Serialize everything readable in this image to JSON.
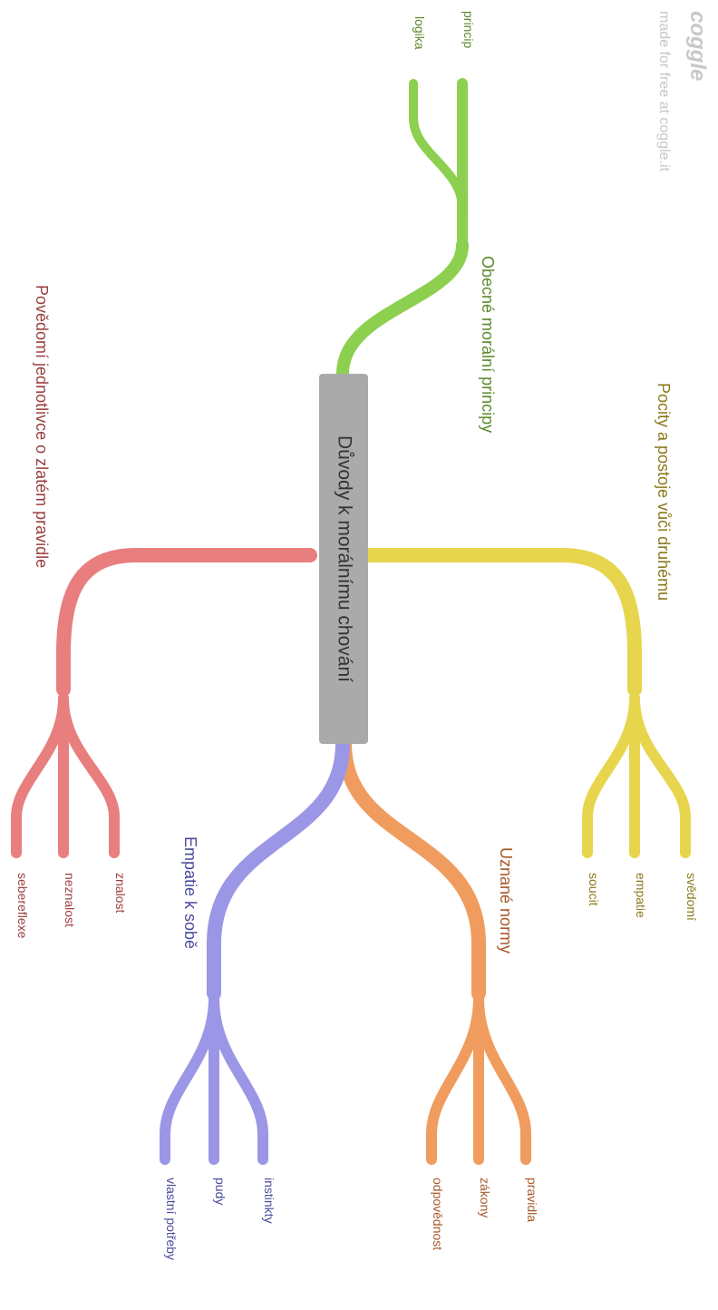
{
  "watermark": {
    "logo": "coggle",
    "tagline": "made for free at coggle.it"
  },
  "root": {
    "label": "Důvody k morálnímu chování",
    "fill": "#aaaaaa"
  },
  "branches": {
    "green": {
      "color": "#8dcf4f",
      "text_color": "#5a8a2a",
      "label": "Obecné morální principy",
      "children": [
        "princip",
        "logika"
      ]
    },
    "yellow": {
      "color": "#e7d54d",
      "text_color": "#8a7a1a",
      "label": "Pocity a postoje vůči druhému",
      "children": [
        "svědomí",
        "empatie",
        "soucit"
      ]
    },
    "orange": {
      "color": "#ef9c5e",
      "text_color": "#a8582a",
      "label": "Uznané normy",
      "children": [
        "pravidla",
        "zákony",
        "odpovědnost"
      ]
    },
    "purple": {
      "color": "#9c96e6",
      "text_color": "#4a4a9c",
      "label": "Empatie k sobě",
      "children": [
        "instinkty",
        "pudy",
        "vlastní potřeby"
      ]
    },
    "red": {
      "color": "#e87e7e",
      "text_color": "#9a3f3f",
      "label": "Povědomí jednotlivce o zlatém pravidle",
      "children": [
        "znalost",
        "neznalost",
        "sebereflexe"
      ]
    }
  }
}
